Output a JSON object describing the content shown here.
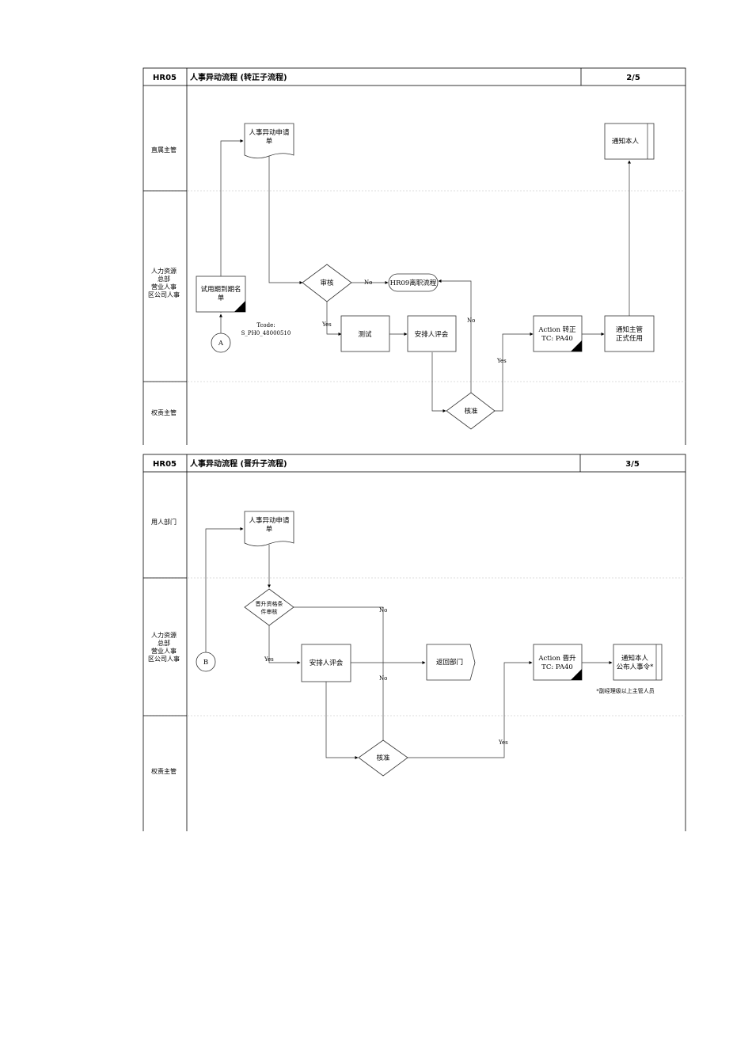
{
  "diagram1": {
    "code": "HR05",
    "title": "人事异动流程 (转正子流程)",
    "page": "2/5",
    "lanes": {
      "l1": "直属主管",
      "l2a": "人力资源",
      "l2b": "总部",
      "l2c": "营业人事",
      "l2d": "区公司人事",
      "l3": "权责主管"
    },
    "nodes": {
      "form_l1": "人事异动申请",
      "form_l2": "单",
      "notify_self": "通知本人",
      "review": "审核",
      "hr09": "HR09离职流程",
      "trial_l1": "试用期到期名",
      "trial_l2": "单",
      "connector_a": "A",
      "tcode_l1": "Tcode:",
      "tcode_l2": "S_PH0_48000510",
      "test": "测试",
      "arrange": "安排人评会",
      "action_l1": "Action 转正",
      "action_l2": "TC: PA40",
      "notify_mgr_l1": "通知主管",
      "notify_mgr_l2": "正式任用",
      "approve": "核准"
    },
    "edges": {
      "no1": "No",
      "yes1": "Yes",
      "no2": "No",
      "yes2": "Yes"
    }
  },
  "diagram2": {
    "code": "HR05",
    "title": "人事异动流程 (晋升子流程)",
    "page": "3/5",
    "lanes": {
      "l1": "用人部门",
      "l2a": "人力资源",
      "l2b": "总部",
      "l2c": "营业人事",
      "l2d": "区公司人事",
      "l3": "权责主管"
    },
    "nodes": {
      "form_l1": "人事异动申请",
      "form_l2": "单",
      "qual_l1": "晋升资格条",
      "qual_l2": "件审核",
      "connector_b": "B",
      "arrange": "安排人评会",
      "return_dept": "返回部门",
      "action_l1": "Action 晋升",
      "action_l2": "TC: PA40",
      "notify_l1": "通知本人",
      "notify_l2": "公布人事令*",
      "note": "*副经理级以上主管人员",
      "approve": "核准"
    },
    "edges": {
      "no1": "No",
      "yes1": "Yes",
      "no2": "No",
      "yes2": "Yes"
    }
  }
}
